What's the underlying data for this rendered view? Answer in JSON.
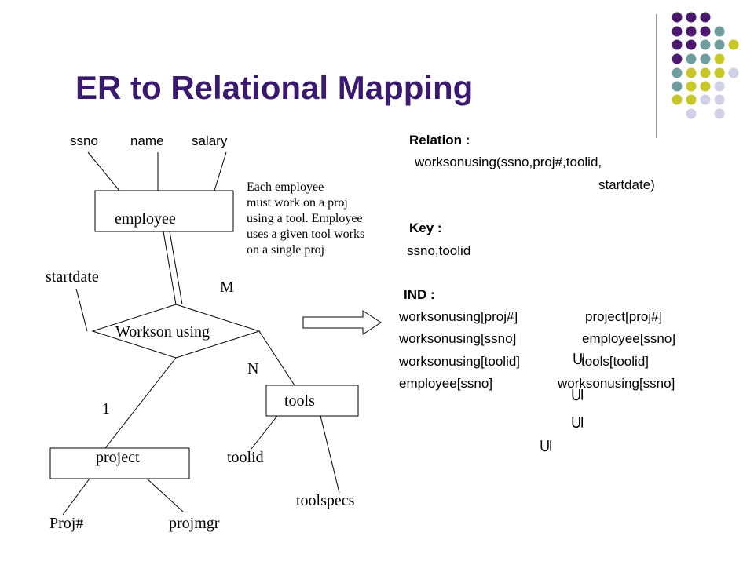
{
  "title": "ER to Relational Mapping",
  "employee_attrs": {
    "ssno": "ssno",
    "name": "name",
    "salary": "salary"
  },
  "entities": {
    "employee": "employee",
    "project": "project",
    "tools": "tools"
  },
  "relationship": "Workson using",
  "rel_attr": "startdate",
  "cardinality": {
    "m": "M",
    "n": "N",
    "one": "1"
  },
  "project_attrs": {
    "projnum": "Proj#",
    "projmgr": "projmgr"
  },
  "tools_attrs": {
    "toolid": "toolid",
    "toolspecs": "toolspecs"
  },
  "note": [
    "Each employee",
    "must work on a proj",
    "using a tool. Employee",
    "uses  a given tool works",
    "on a single proj"
  ],
  "relation": {
    "heading": "Relation :",
    "line1": "worksonusing(ssno,proj#,toolid,",
    "line2": "startdate)"
  },
  "key": {
    "heading": "Key  :",
    "value": "ssno,toolid"
  },
  "ind": {
    "heading": "IND  :",
    "rows": [
      {
        "left": "worksonusing[proj#]",
        "right": "project[proj#]"
      },
      {
        "left": "worksonusing[ssno]",
        "right": "employee[ssno]"
      },
      {
        "left": "worksonusing[toolid]",
        "right": "tools[toolid]"
      },
      {
        "left": "employee[ssno]",
        "right": "worksonusing[ssno]"
      }
    ],
    "subset_symbol": "⊆"
  },
  "colors": {
    "title": "#3a1a6e",
    "dot_purple": "#4b1a6e",
    "dot_teal": "#6f9c9c",
    "dot_yellow": "#c7c72a",
    "dot_lavender": "#d0d0e6"
  }
}
